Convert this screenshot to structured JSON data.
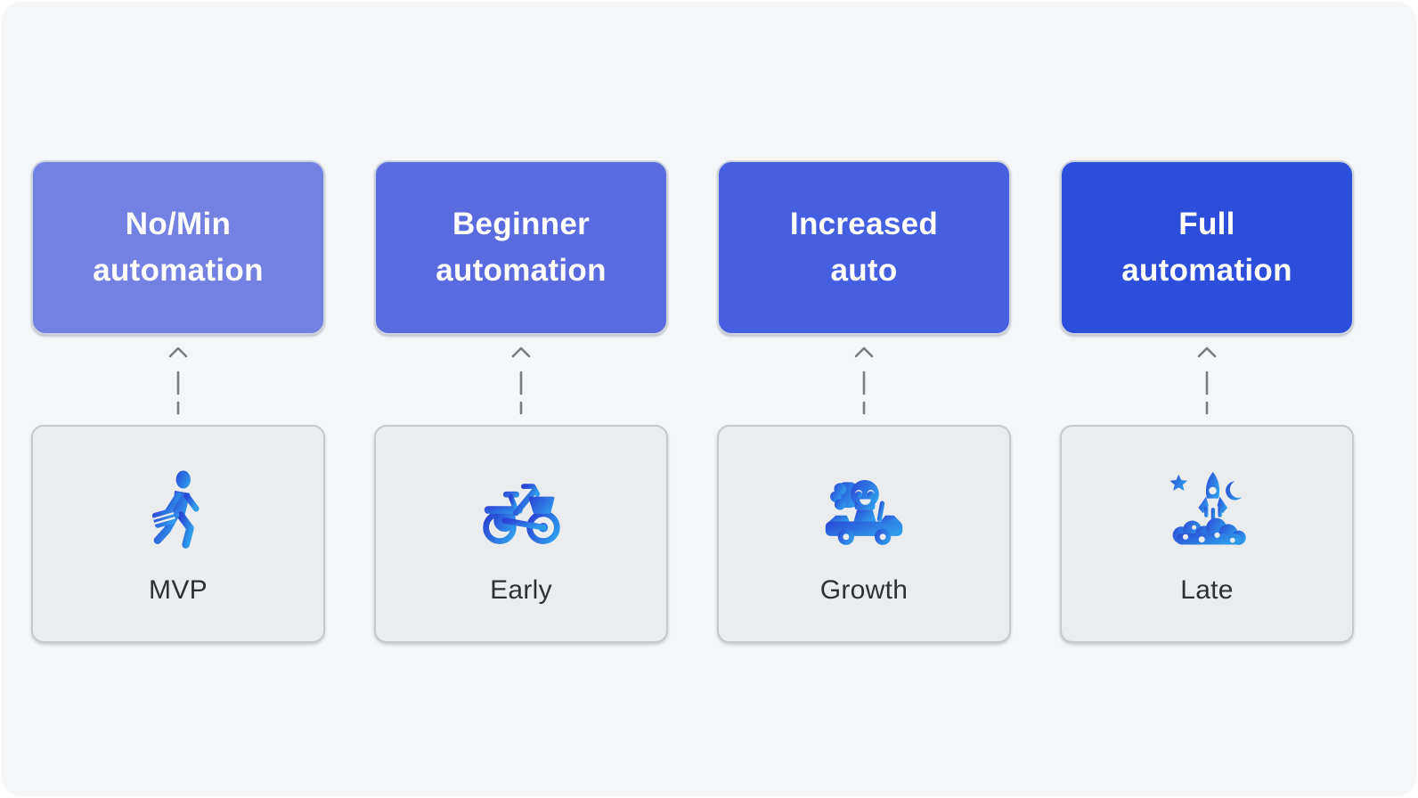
{
  "canvas": {
    "page_background": "#ffffff",
    "panel_background": "#f4f6f8"
  },
  "connector": {
    "style": "dashed-vertical-up-arrow",
    "color": "#7b7c80"
  },
  "icon_gradient": {
    "start": "#2b46d6",
    "end": "#2f9ceb"
  },
  "card": {
    "background": "#ebecee",
    "border": "#c6c8cb",
    "label_color": "#2d3035"
  },
  "columns": [
    {
      "top": {
        "lines": [
          "No/Min",
          "automation"
        ],
        "color": "#7381e2",
        "text_color": "#ffffff"
      },
      "bottom": {
        "label": "MVP",
        "icon": "walking-person-icon"
      }
    },
    {
      "top": {
        "lines": [
          "Beginner",
          "automation"
        ],
        "color": "#5a6bdf",
        "text_color": "#ffffff"
      },
      "bottom": {
        "label": "Early",
        "icon": "bicycle-icon"
      }
    },
    {
      "top": {
        "lines": [
          "Increased",
          "auto"
        ],
        "color": "#455fe0",
        "text_color": "#ffffff"
      },
      "bottom": {
        "label": "Growth",
        "icon": "car-driver-icon"
      }
    },
    {
      "top": {
        "lines": [
          "Full",
          "automation"
        ],
        "color": "#2c4eda",
        "text_color": "#ffffff"
      },
      "bottom": {
        "label": "Late",
        "icon": "rocket-launch-icon"
      }
    }
  ]
}
